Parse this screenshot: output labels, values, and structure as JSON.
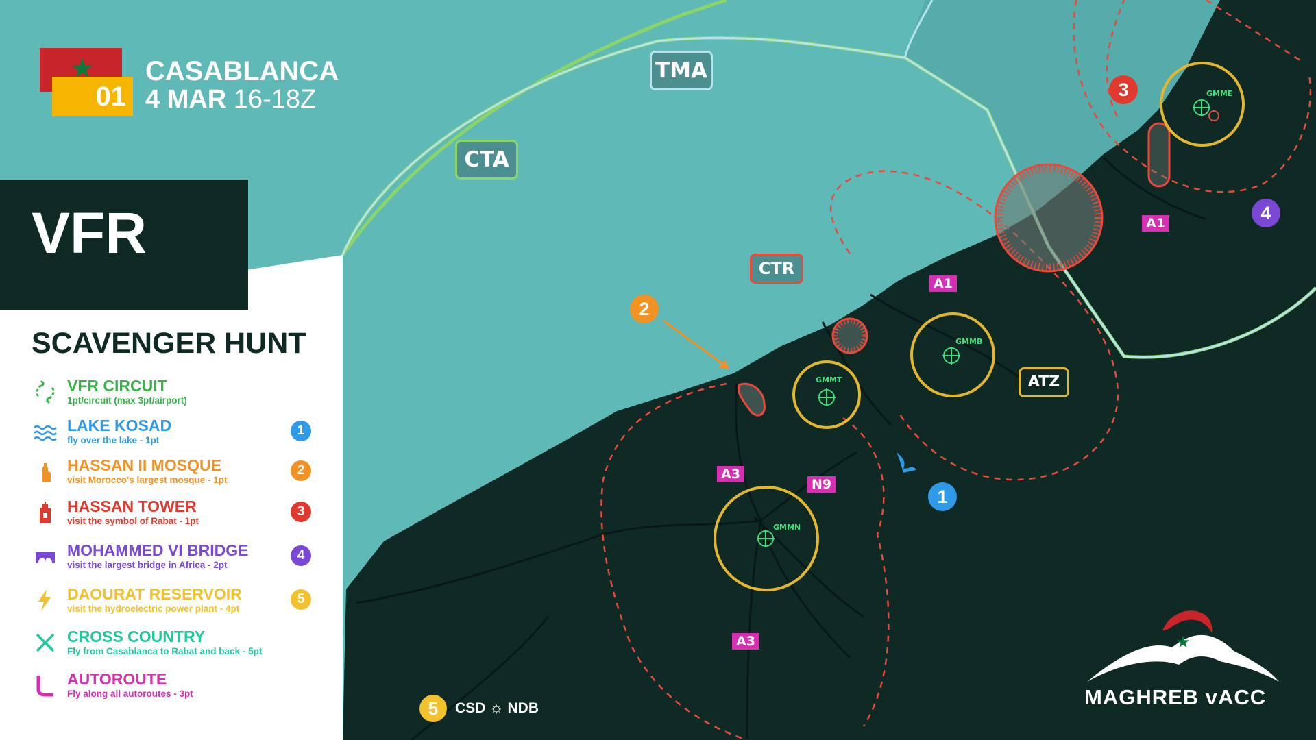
{
  "header": {
    "event_number": "01",
    "city": "CASABLANCA",
    "date": "4 MAR",
    "time": "16-18Z"
  },
  "banner": {
    "title": "VFR"
  },
  "panel": {
    "title": "SCAVENGER HUNT",
    "items": [
      {
        "name": "VFR CIRCUIT",
        "desc": "1pt/circuit (max 3pt/airport)",
        "color": "#37b34a",
        "icon": "circuit-icon",
        "badge": ""
      },
      {
        "name": "LAKE KOSAD",
        "desc": "fly over the lake - 1pt",
        "color": "#2f9be8",
        "icon": "waves-icon",
        "badge": "1"
      },
      {
        "name": "HASSAN II MOSQUE",
        "desc": "visit Morocco's largest mosque - 1pt",
        "color": "#f39224",
        "icon": "mosque-icon",
        "badge": "2"
      },
      {
        "name": "HASSAN TOWER",
        "desc": "visit the symbol of Rabat - 1pt",
        "color": "#e03a2e",
        "icon": "tower-icon",
        "badge": "3"
      },
      {
        "name": "MOHAMMED VI BRIDGE",
        "desc": "visit the largest bridge in Africa - 2pt",
        "color": "#7b48d6",
        "icon": "bridge-icon",
        "badge": "4"
      },
      {
        "name": "DAOURAT RESERVOIR",
        "desc": "visit the hydroelectric power plant - 4pt",
        "color": "#f2c12e",
        "icon": "lightning-icon",
        "badge": "5"
      },
      {
        "name": "CROSS COUNTRY",
        "desc": "Fly from Casablanca to Rabat and back - 5pt",
        "color": "#1fc89e",
        "icon": "cross-icon",
        "badge": ""
      },
      {
        "name": "AUTOROUTE",
        "desc": "Fly along all autoroutes - 3pt",
        "color": "#d52fb3",
        "icon": "autoroute-icon",
        "badge": ""
      }
    ]
  },
  "map": {
    "airspace_labels": {
      "tma": "TMA",
      "cta": "CTA",
      "ctr": "CTR",
      "atz": "ATZ"
    },
    "airports": {
      "gmme": "GMME",
      "gmmb": "GMMB",
      "gmmt": "GMMT",
      "gmmn": "GMMN"
    },
    "roads": {
      "a1_north": "A1",
      "a1_south": "A1",
      "a3_north": "A3",
      "a3_south": "A3",
      "n9": "N9"
    },
    "markers": {
      "m1": "1",
      "m2": "2",
      "m3": "3",
      "m4": "4"
    },
    "legend": {
      "number": "5",
      "csd": "CSD",
      "ndb": "NDB"
    }
  },
  "brand": {
    "name": "MAGHREB vACC"
  },
  "colors": {
    "sea": "#5fb9b6",
    "land": "#0f2a24",
    "tma_line": "#8bd46a",
    "cta_line": "#b6e3ec",
    "restricted": "#e8493a",
    "airport_ring": "#e4b62f"
  }
}
